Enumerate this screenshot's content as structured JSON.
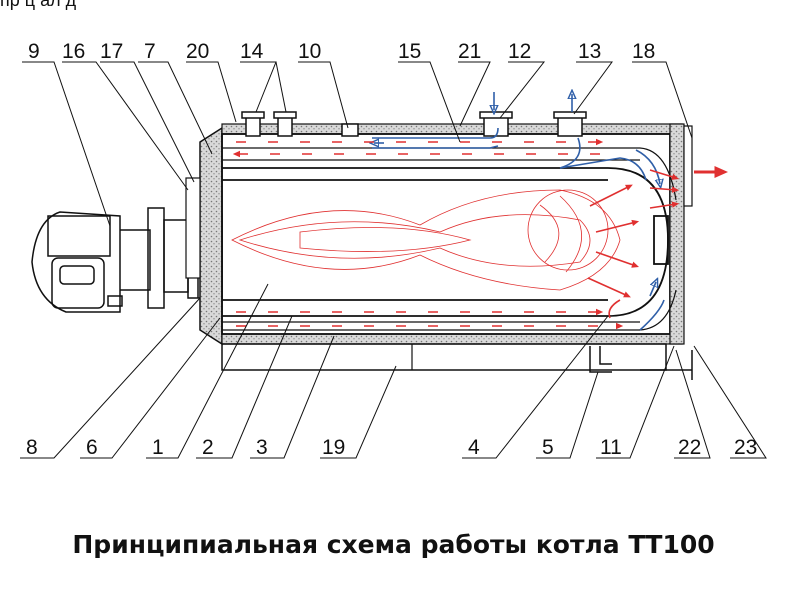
{
  "caption": "Принципиальная схема работы котла ТТ100",
  "colors": {
    "flue": "#e03030",
    "water": "#2f5fa8",
    "insulation": "#a8a8a8",
    "line": "#111111"
  },
  "callouts": {
    "top": [
      "9",
      "16",
      "17",
      "7",
      "20",
      "14",
      "10",
      "15",
      "21",
      "12",
      "13",
      "18"
    ],
    "bottom": [
      "8",
      "6",
      "1",
      "2",
      "3",
      "19",
      "4",
      "5",
      "11",
      "22",
      "23"
    ]
  }
}
